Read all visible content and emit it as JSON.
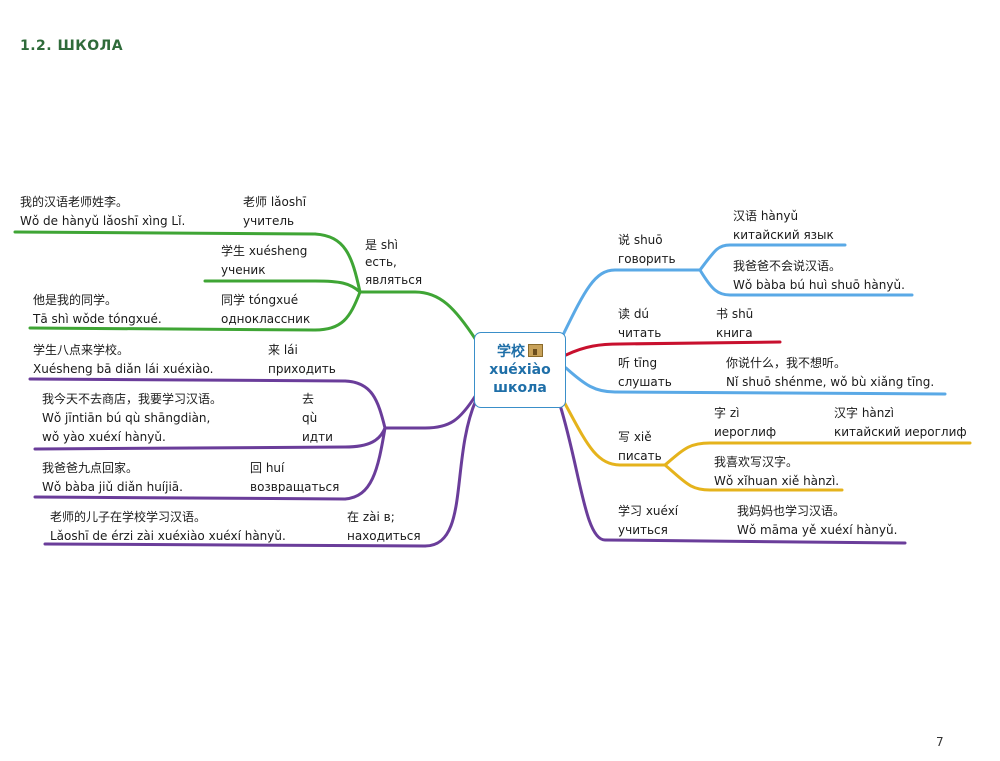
{
  "page": {
    "section_title": "1.2. ШКОЛА",
    "page_number": "7"
  },
  "center": {
    "hanzi": "学校",
    "pinyin": "xuéxiào",
    "russian": "школа",
    "icon": "school-building-icon"
  },
  "colors": {
    "green": "#3fa535",
    "purple": "#6a3d9a",
    "blue": "#5aa9e6",
    "red": "#c8102e",
    "yellow": "#e5b31c",
    "title": "#2f6b3a",
    "center_border": "#3a8fc9"
  },
  "left": {
    "shi": {
      "word": {
        "cn": "是 shì",
        "ru": "есть,",
        "ru2": "являться"
      },
      "laoshi": {
        "cn": "老师 lǎoshī",
        "ru": "учитель",
        "ex_cn": "我的汉语老师姓李。",
        "ex_py": "Wǒ de hànyǔ lǎoshī xìng Lǐ."
      },
      "xuesheng": {
        "cn": "学生 xuésheng",
        "ru": "ученик"
      },
      "tongxue": {
        "cn": "同学 tóngxué",
        "ru": "одноклассник",
        "ex_cn": "他是我的同学。",
        "ex_py": "Tā shì wǒde tóngxué."
      }
    },
    "lai": {
      "cn": "来 lái",
      "ru": "приходить",
      "ex_cn": "学生八点来学校。",
      "ex_py": "Xuésheng bā diǎn lái xuéxiào."
    },
    "qu": {
      "cn": "去",
      "py": "qù",
      "ru": "идти",
      "ex_cn": "我今天不去商店，我要学习汉语。",
      "ex_py": "Wǒ jīntiān bú qù shāngdiàn,",
      "ex_py2": "wǒ yào xuéxí hànyǔ."
    },
    "hui": {
      "cn": "回 huí",
      "ru": "возвращаться",
      "ex_cn": "我爸爸九点回家。",
      "ex_py": "Wǒ bàba jiǔ diǎn huíjiā."
    },
    "zai": {
      "cn": "在 zài в;",
      "ru": "находиться",
      "ex_cn": "老师的儿子在学校学习汉语。",
      "ex_py": "Lǎoshī de érzi zài xuéxiào xuéxí hànyǔ."
    }
  },
  "right": {
    "shuo": {
      "cn": "说 shuō",
      "ru": "говорить",
      "hanyu_cn": "汉语 hànyǔ",
      "hanyu_ru": "китайский язык",
      "ex_cn": "我爸爸不会说汉语。",
      "ex_py": "Wǒ bàba bú huì shuō hànyǔ."
    },
    "du": {
      "cn": "读 dú",
      "ru": "читать",
      "shu_cn": "书 shū",
      "shu_ru": "книга"
    },
    "ting": {
      "cn": "听 tīng",
      "ru": "слушать",
      "ex_cn": "你说什么，我不想听。",
      "ex_py": "Nǐ shuō shénme, wǒ bù xiǎng tīng."
    },
    "xie": {
      "cn": "写 xiě",
      "ru": "писать",
      "zi_cn": "字 zì",
      "zi_ru": "иероглиф",
      "hanzi_cn": "汉字 hànzì",
      "hanzi_ru": "китайский иероглиф",
      "ex_cn": "我喜欢写汉字。",
      "ex_py": "Wǒ xǐhuan xiě hànzì."
    },
    "xuexi": {
      "cn": "学习 xuéxí",
      "ru": "учиться",
      "ex_cn": "我妈妈也学习汉语。",
      "ex_py": "Wǒ māma yě xuéxí hànyǔ."
    }
  }
}
